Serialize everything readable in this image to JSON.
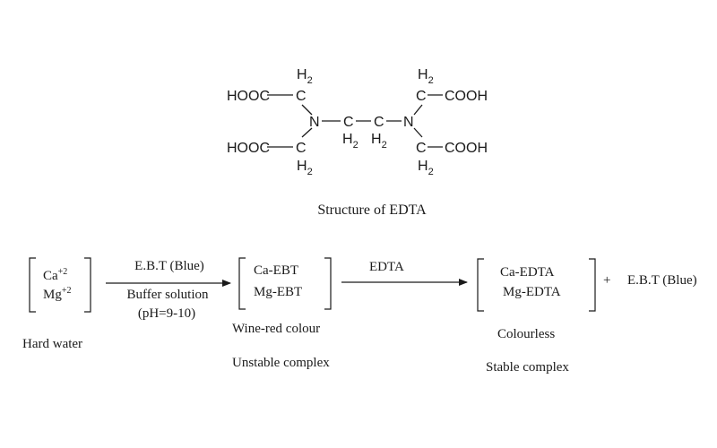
{
  "structure": {
    "groups": {
      "hooc_top": "HOOC",
      "hooc_bottom": "HOOC",
      "cooh_top": "COOH",
      "cooh_bottom": "COOH",
      "n_left": "N",
      "n_right": "N",
      "c": "C",
      "h2": "H",
      "h2_sub": "2"
    },
    "caption": "Structure of EDTA"
  },
  "reaction": {
    "hard_water": {
      "ions": [
        {
          "symbol": "Ca",
          "charge": "+2"
        },
        {
          "symbol": "Mg",
          "charge": "+2"
        }
      ],
      "label": "Hard water"
    },
    "arrow1": {
      "above": "E.B.T (Blue)",
      "below1": "Buffer solution",
      "below2": "(pH=9-10)"
    },
    "complex1": {
      "lines": [
        "Ca-EBT",
        "Mg-EBT"
      ],
      "color_label": "Wine-red colour",
      "type_label": "Unstable complex"
    },
    "arrow2": {
      "above": "EDTA"
    },
    "complex2": {
      "lines": [
        "Ca-EDTA",
        "Mg-EDTA"
      ],
      "color_label": "Colourless",
      "type_label": "Stable complex"
    },
    "plus": "+",
    "product": "E.B.T (Blue)"
  }
}
